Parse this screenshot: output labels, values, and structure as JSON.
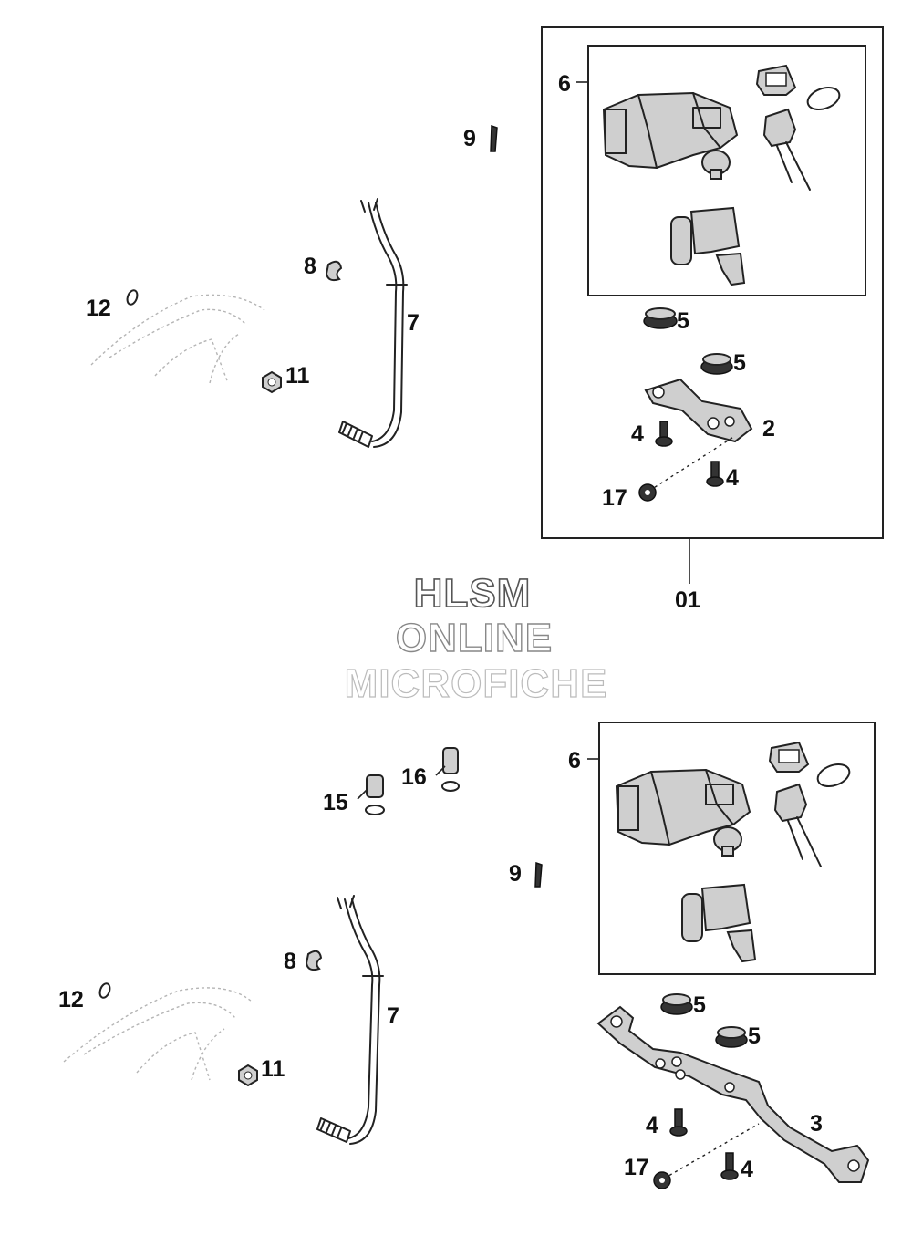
{
  "callouts": {
    "top": {
      "n6": "6",
      "n9": "9",
      "n8": "8",
      "n7": "7",
      "n12": "12",
      "n11": "11",
      "n5a": "5",
      "n5b": "5",
      "n4a": "4",
      "n2": "2",
      "n17": "17",
      "n4b": "4",
      "n01": "01"
    },
    "bottom": {
      "n6": "6",
      "n15": "15",
      "n16": "16",
      "n9": "9",
      "n8": "8",
      "n7": "7",
      "n12": "12",
      "n11": "11",
      "n5a": "5",
      "n5b": "5",
      "n4a": "4",
      "n3": "3",
      "n17": "17",
      "n4b": "4"
    }
  },
  "watermark": {
    "line1": "HLSM",
    "line2": "ONLINE",
    "line3": "MICROFICHE"
  }
}
